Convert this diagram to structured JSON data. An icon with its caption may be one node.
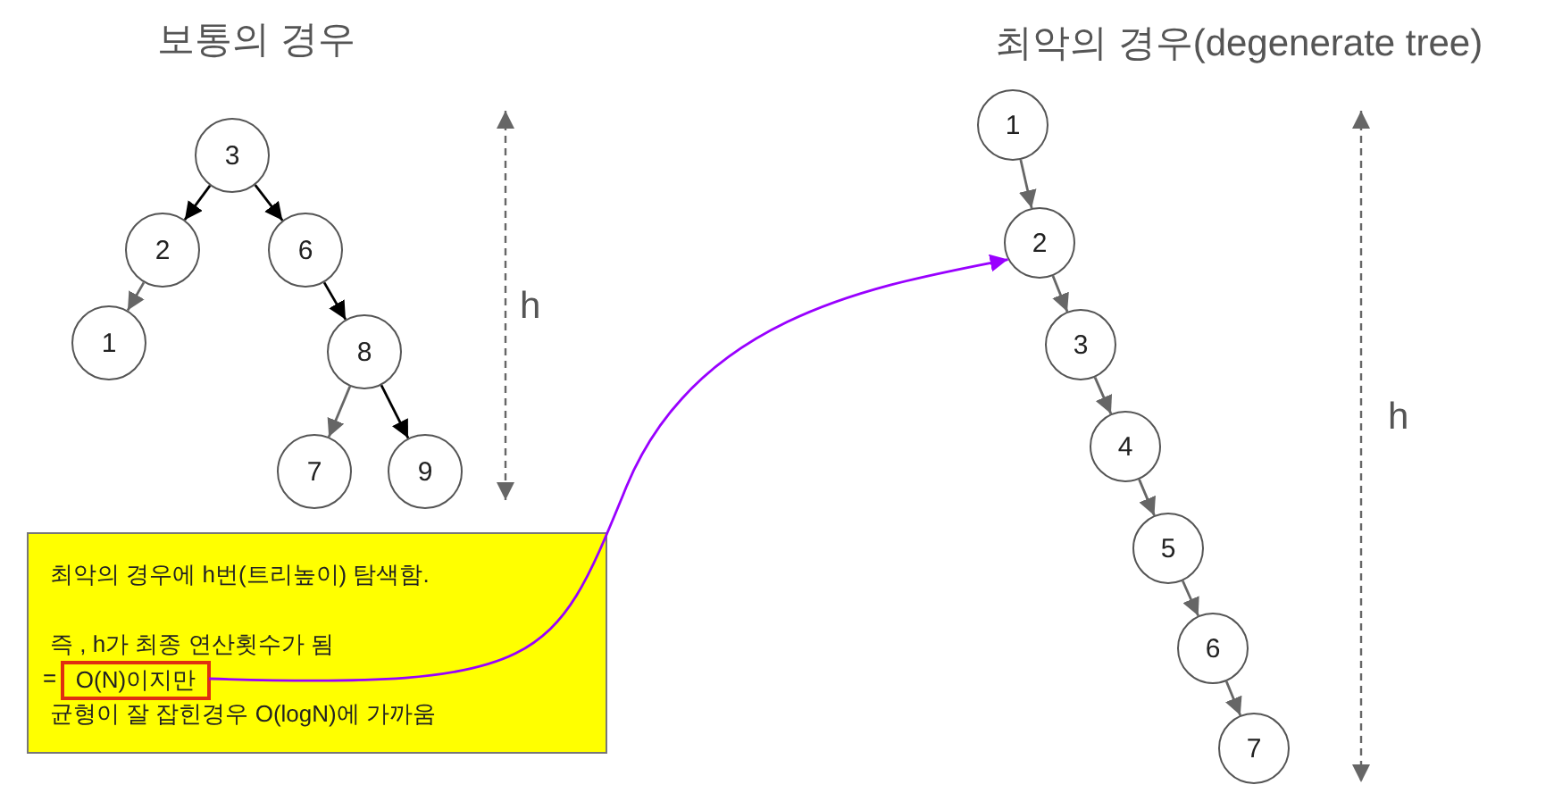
{
  "diagram": {
    "nodes": [
      {
        "text": [
          "3"
        ]
      },
      {
        "text": [
          "2"
        ]
      },
      {
        "text": [
          "6"
        ]
      },
      {
        "text": [
          "1"
        ]
      },
      {
        "text": [
          "8"
        ]
      },
      {
        "text": [
          "7"
        ]
      },
      {
        "text": [
          "9"
        ]
      },
      {
        "text": [
          "1"
        ]
      },
      {
        "text": [
          "2"
        ]
      },
      {
        "text": [
          "3"
        ]
      },
      {
        "text": [
          "4"
        ]
      },
      {
        "text": [
          "5"
        ]
      },
      {
        "text": [
          "6"
        ]
      },
      {
        "text": [
          "7"
        ]
      },
      {
        "text": [
          "최악의 경우에 h번(트리높이) 탐색함.",
          "즉 , h가 최종 연산횟수가 됨",
          "=",
          "균형이 잘 잡힌경우 O(logN)에 가까움"
        ]
      },
      {
        "text": [
          "O(N)이지만"
        ],
        "in": 14
      }
    ],
    "edges": [
      {
        "from": 0,
        "to": 1,
        "arrow": "to",
        "color": "#000000"
      },
      {
        "from": 0,
        "to": 2,
        "arrow": "to",
        "color": "#000000"
      },
      {
        "from": 1,
        "to": 3,
        "arrow": "to"
      },
      {
        "from": 2,
        "to": 4,
        "arrow": "to",
        "color": "#000000"
      },
      {
        "from": 4,
        "to": 5,
        "arrow": "to"
      },
      {
        "from": 4,
        "to": 6,
        "arrow": "to",
        "color": "#000000"
      },
      {
        "from": 7,
        "to": 8,
        "arrow": "to"
      },
      {
        "from": 8,
        "to": 9,
        "arrow": "to"
      },
      {
        "from": 9,
        "to": 10,
        "arrow": "to"
      },
      {
        "from": 10,
        "to": 11,
        "arrow": "to"
      },
      {
        "from": 11,
        "to": 12,
        "arrow": "to"
      },
      {
        "from": 12,
        "to": 13,
        "arrow": "to"
      },
      {
        "from": 15,
        "to": 8,
        "arrow": "to",
        "color": "#9900ff"
      }
    ],
    "labels": [
      "보통의 경우",
      "최악의 경우(degenerate tree)",
      "h",
      "h"
    ]
  }
}
